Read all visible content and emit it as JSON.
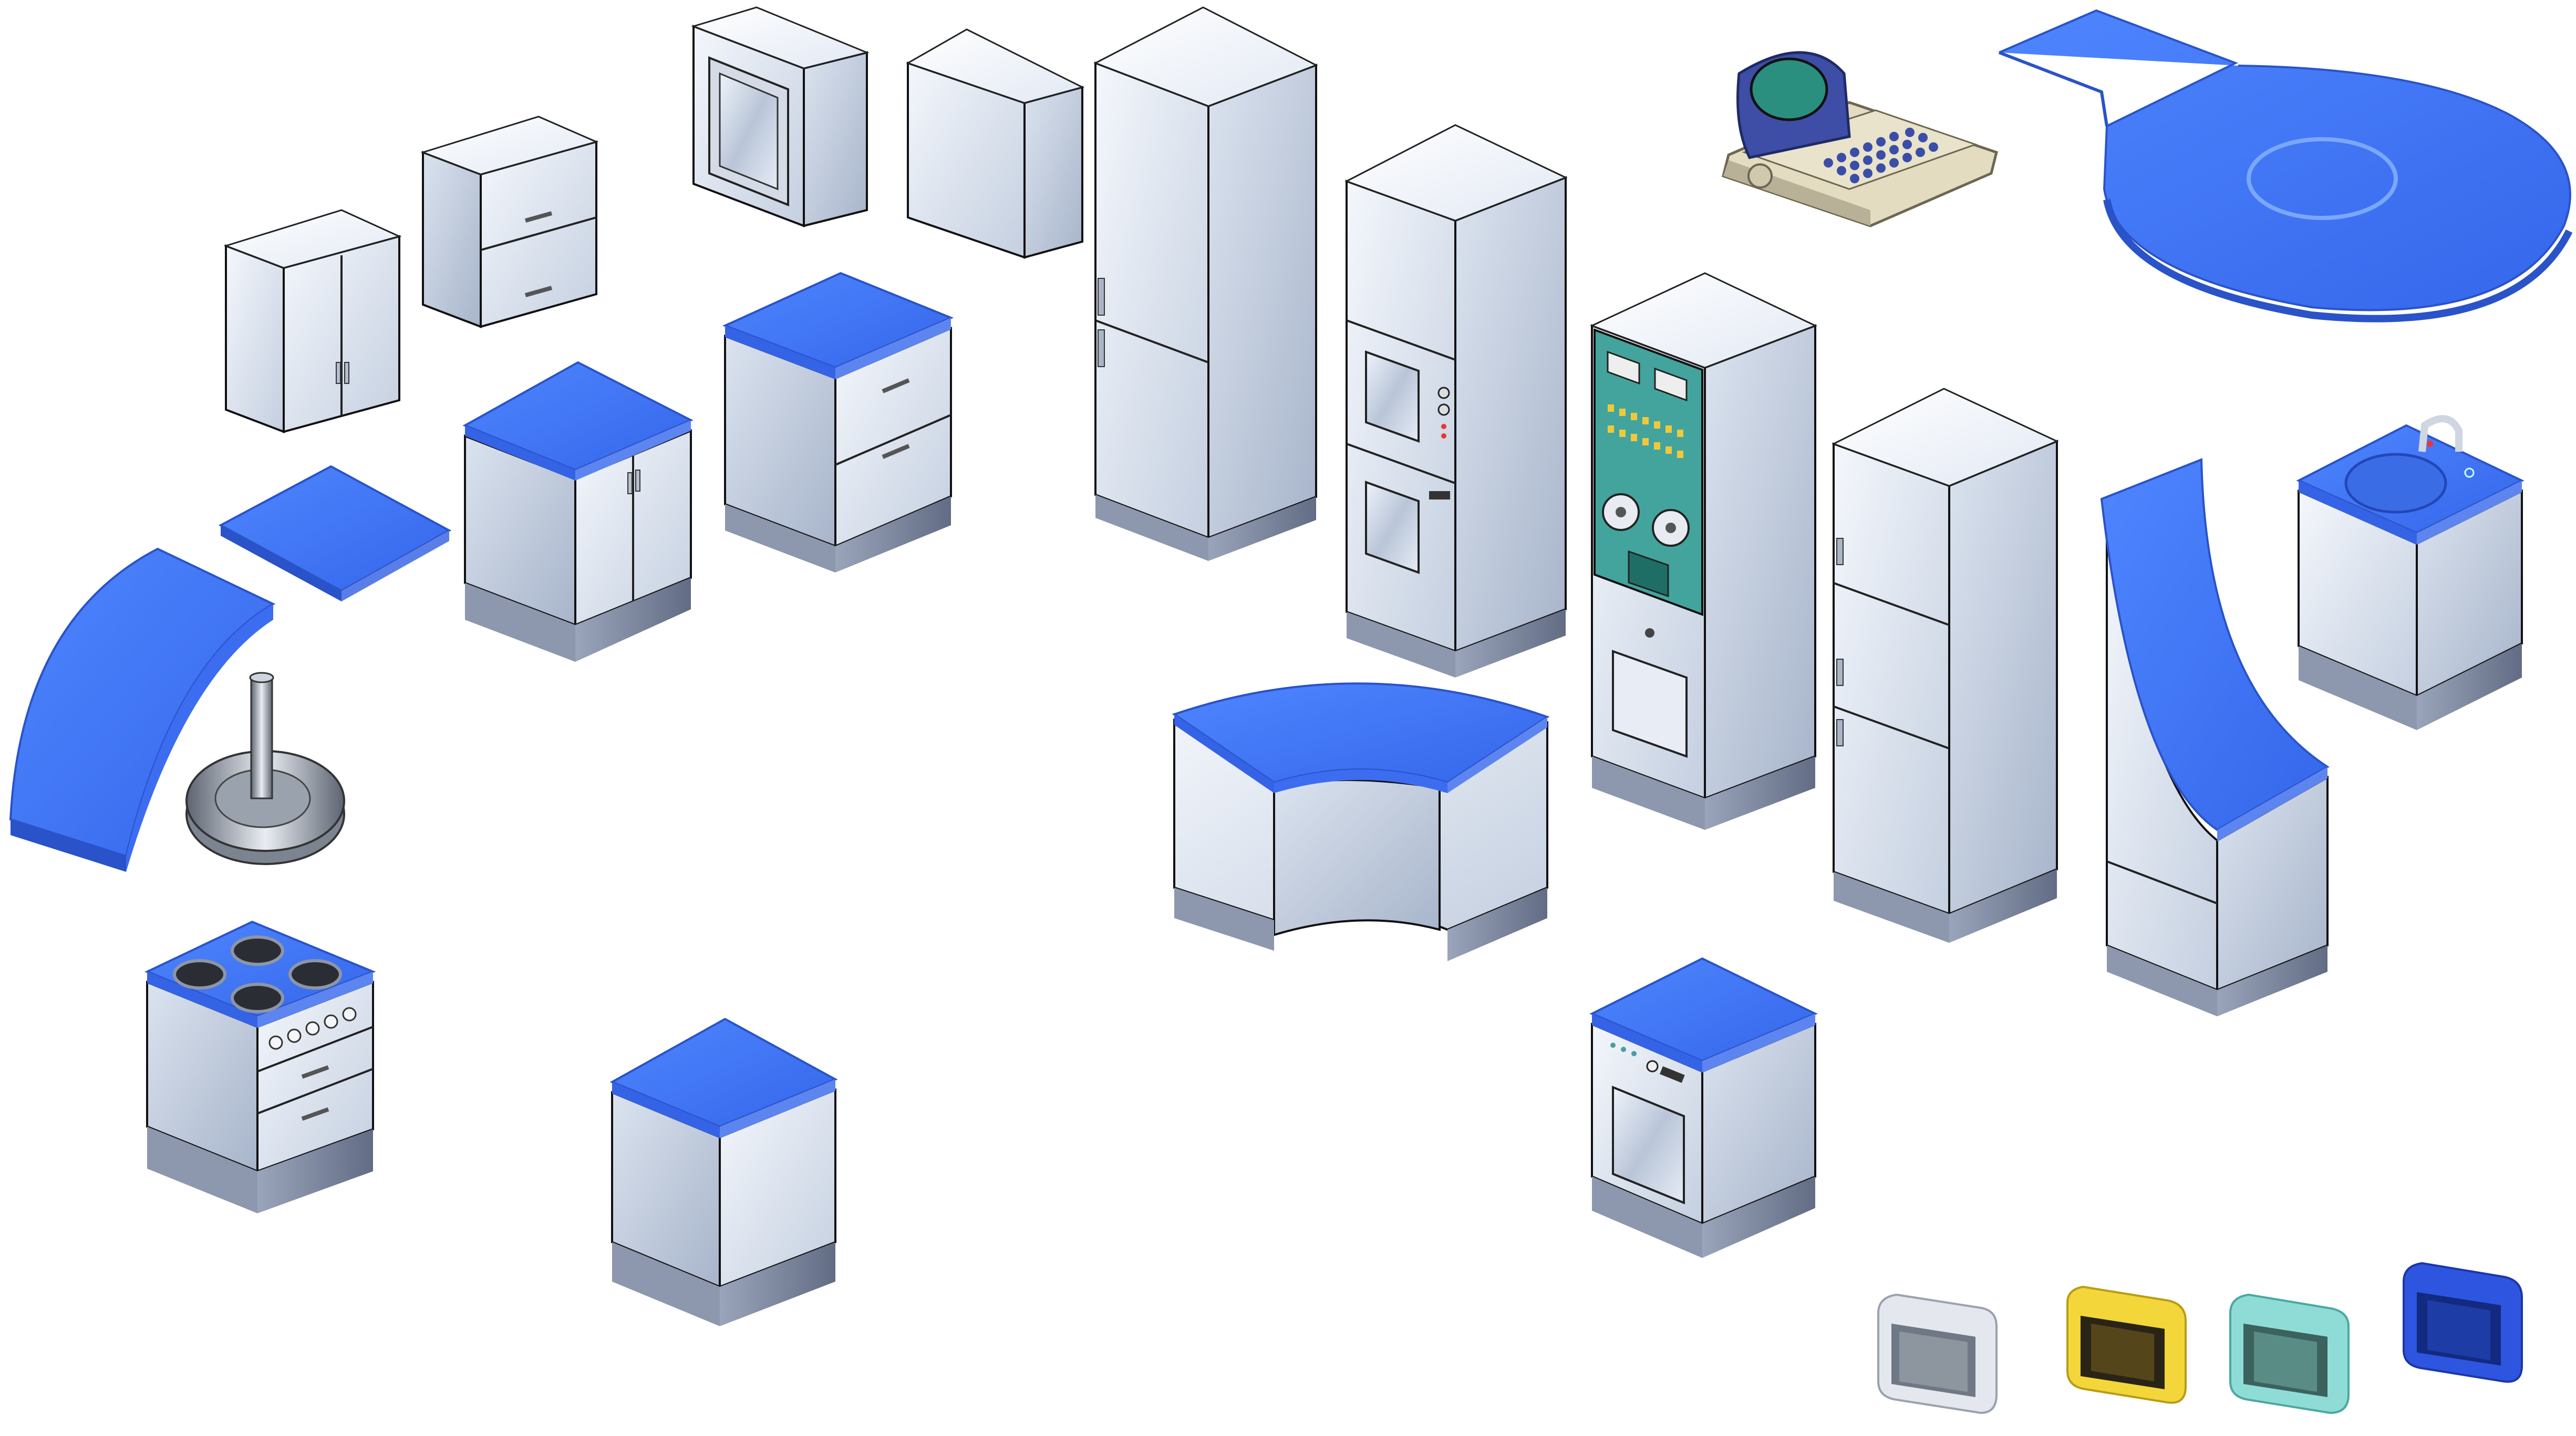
{
  "palette": {
    "background": "#ffffff",
    "counter_blue": "#4478f2",
    "counter_blue_dark": "#2a53c9",
    "body_white": "#dfe7f3",
    "body_mid": "#bcc8dc",
    "body_dark": "#8e9db6",
    "plinth": "#7c869e",
    "outline": "#111111",
    "panel_teal": "#43a49d",
    "crt_green": "#2b8f7f",
    "typewriter_beige": "#e3dcc0",
    "bin_white": "#e4e8ee",
    "bin_yellow": "#f3d63a",
    "bin_teal": "#8fdcd6",
    "bin_blue": "#2e55e0"
  },
  "assets": [
    {
      "name": "wall-cabinet-double-door",
      "icon": "wall-cabinet-icon"
    },
    {
      "name": "wall-cabinet-two-drawers",
      "icon": "wall-drawers-icon"
    },
    {
      "name": "wall-microwave",
      "icon": "microwave-icon"
    },
    {
      "name": "wall-cabinet-plain",
      "icon": "wall-cabinet-icon"
    },
    {
      "name": "tall-fridge-freezer",
      "icon": "fridge-icon"
    },
    {
      "name": "tall-double-oven",
      "icon": "oven-icon"
    },
    {
      "name": "tall-retro-computer-panel",
      "icon": "reel-computer-icon"
    },
    {
      "name": "tall-three-door-fridge",
      "icon": "fridge-icon"
    },
    {
      "name": "retro-typewriter-terminal",
      "icon": "typewriter-icon"
    },
    {
      "name": "round-table-top",
      "icon": "table-top-icon"
    },
    {
      "name": "counter-top-square",
      "icon": "counter-top-icon"
    },
    {
      "name": "base-cabinet-double-door",
      "icon": "base-cabinet-icon"
    },
    {
      "name": "base-cabinet-two-drawers",
      "icon": "drawer-unit-icon"
    },
    {
      "name": "curved-counter-top",
      "icon": "curved-counter-icon"
    },
    {
      "name": "table-pedestal-base",
      "icon": "pedestal-icon"
    },
    {
      "name": "curved-corner-base-cabinet",
      "icon": "corner-cabinet-icon"
    },
    {
      "name": "curved-end-counter-unit",
      "icon": "curved-unit-icon"
    },
    {
      "name": "sink-cabinet",
      "icon": "sink-icon"
    },
    {
      "name": "electric-stove",
      "icon": "stove-icon"
    },
    {
      "name": "base-cabinet-single-door",
      "icon": "base-cabinet-icon"
    },
    {
      "name": "dishwasher",
      "icon": "dishwasher-icon"
    },
    {
      "name": "storage-cube-white",
      "icon": "cube-icon",
      "color": "#e4e8ee"
    },
    {
      "name": "storage-cube-yellow",
      "icon": "cube-icon",
      "color": "#f3d63a"
    },
    {
      "name": "storage-cube-teal",
      "icon": "cube-icon",
      "color": "#8fdcd6"
    },
    {
      "name": "storage-cube-blue",
      "icon": "cube-icon",
      "color": "#2e55e0"
    }
  ]
}
